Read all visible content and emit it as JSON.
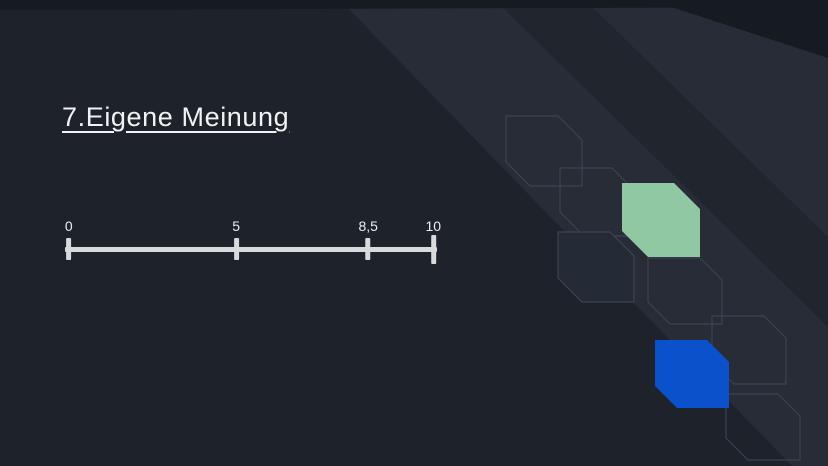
{
  "slide": {
    "title": "7.Eigene Meinung"
  },
  "scale": {
    "ticks": [
      {
        "label": "0"
      },
      {
        "label": "5"
      },
      {
        "label": "8,5"
      },
      {
        "label": "10"
      }
    ]
  },
  "colors": {
    "background": "#1d222b",
    "scale_line": "#d9dadc",
    "accent_green": "#8fc8a3",
    "accent_blue": "#0a51cb",
    "band_light": "#272c36",
    "band_stripe": "#20252e",
    "band_dark": "#161a21",
    "box_outline": "#3c434f",
    "box_fill": "#252b36"
  }
}
